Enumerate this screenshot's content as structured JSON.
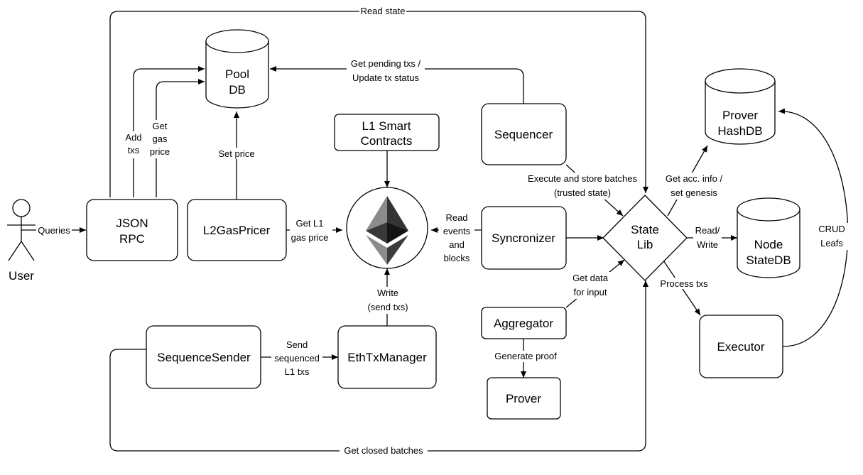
{
  "actors": {
    "user": "User"
  },
  "databases": {
    "pool_db": [
      "Pool",
      "DB"
    ],
    "prover_hashdb": [
      "Prover",
      "HashDB"
    ],
    "node_statedb": [
      "Node",
      "StateDB"
    ]
  },
  "components": {
    "json_rpc": [
      "JSON",
      "RPC"
    ],
    "l2gaspricer": "L2GasPricer",
    "l1_smart_contracts": [
      "L1 Smart",
      "Contracts"
    ],
    "sequencer": "Sequencer",
    "syncronizer": "Syncronizer",
    "state_lib": [
      "State",
      "Lib"
    ],
    "executor": "Executor",
    "aggregator": "Aggregator",
    "prover": "Prover",
    "sequence_sender": "SequenceSender",
    "ethtxmanager": "EthTxManager"
  },
  "edges": {
    "read_state": "Read state",
    "queries": "Queries",
    "add_txs": [
      "Add",
      "txs"
    ],
    "get_gas_price": [
      "Get",
      "gas",
      "price"
    ],
    "set_price": "Set price",
    "get_pending_txs": [
      "Get pending txs /",
      "Update tx status"
    ],
    "get_l1_gas_price": [
      "Get L1",
      "gas price"
    ],
    "read_events": [
      "Read",
      "events",
      "and",
      "blocks"
    ],
    "execute_store": [
      "Execute and store batches",
      "(trusted state)"
    ],
    "get_acc_info": [
      "Get acc. info /",
      "set genesis"
    ],
    "read_write": [
      "Read/",
      "Write"
    ],
    "crud_leafs": [
      "CRUD",
      "Leafs"
    ],
    "process_txs": "Process txs",
    "get_data_input": [
      "Get data",
      "for input"
    ],
    "write_send": [
      "Write",
      "(send txs)"
    ],
    "send_sequenced": [
      "Send",
      "sequenced",
      "L1 txs"
    ],
    "generate_proof": "Generate proof",
    "get_closed_batches": "Get closed batches"
  },
  "colors": {
    "ethereum_logo": [
      "#343434",
      "#8c8c8c",
      "#3c3c3b",
      "#141414",
      "#393939"
    ]
  }
}
